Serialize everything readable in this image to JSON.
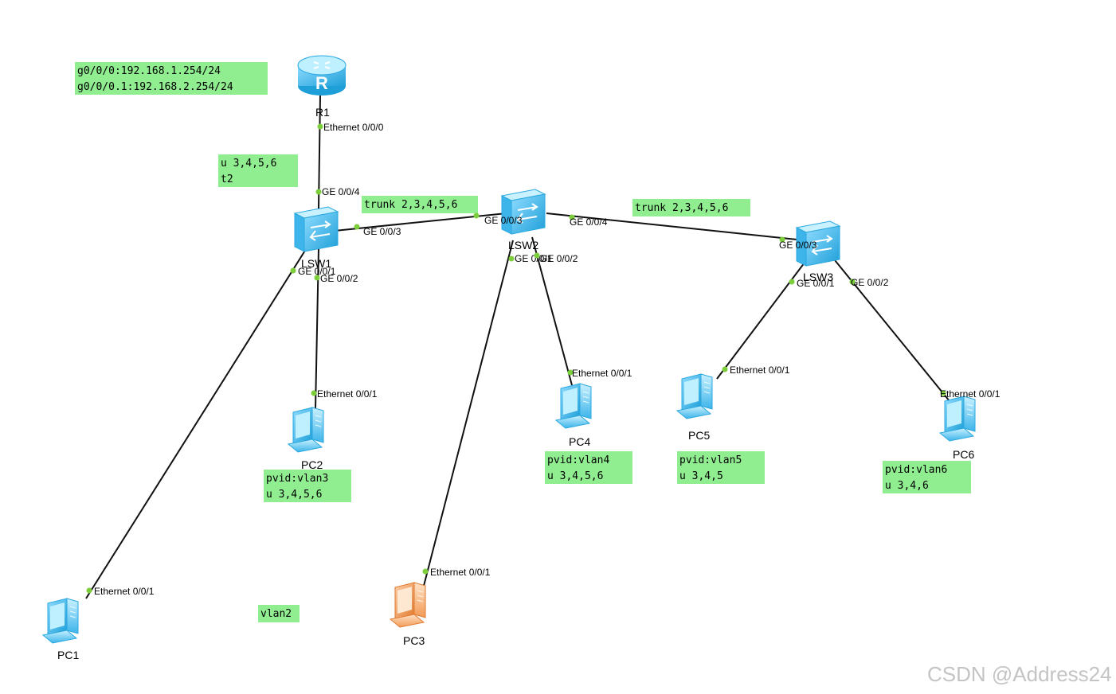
{
  "devices": {
    "r1": {
      "name": "R1",
      "type": "router"
    },
    "lsw1": {
      "name": "LSW1",
      "type": "switch"
    },
    "lsw2": {
      "name": "LSW2",
      "type": "switch"
    },
    "lsw3": {
      "name": "LSW3",
      "type": "switch"
    },
    "pc1": {
      "name": "PC1",
      "type": "pc",
      "color": "blue"
    },
    "pc2": {
      "name": "PC2",
      "type": "pc",
      "color": "blue"
    },
    "pc3": {
      "name": "PC3",
      "type": "pc",
      "color": "orange"
    },
    "pc4": {
      "name": "PC4",
      "type": "pc",
      "color": "blue"
    },
    "pc5": {
      "name": "PC5",
      "type": "pc",
      "color": "blue"
    },
    "pc6": {
      "name": "PC6",
      "type": "pc",
      "color": "blue"
    }
  },
  "ports": {
    "r1_e000": "Ethernet 0/0/0",
    "lsw1_g004": "GE 0/0/4",
    "lsw1_g003": "GE 0/0/3",
    "lsw1_g001": "GE 0/0/1",
    "lsw1_g002": "GE 0/0/2",
    "lsw2_g003": "GE 0/0/3",
    "lsw2_g004": "GE 0/0/4",
    "lsw2_g001": "GE 0/0/1",
    "lsw2_g002": "GE 0/0/2",
    "lsw3_g003": "GE 0/0/3",
    "lsw3_g001": "GE 0/0/1",
    "lsw3_g002": "GE 0/0/2",
    "pc1_e001": "Ethernet 0/0/1",
    "pc2_e001": "Ethernet 0/0/1",
    "pc3_e001": "Ethernet 0/0/1",
    "pc4_e001": "Ethernet 0/0/1",
    "pc5_e001": "Ethernet 0/0/1",
    "pc6_e001": "Ethernet 0/0/1"
  },
  "notes": {
    "r1_config": [
      "g0/0/0:192.168.1.254/24",
      "g0/0/0.1:192.168.2.254/24"
    ],
    "lsw1_uplink": [
      "u 3,4,5,6",
      "t2"
    ],
    "trunk_lsw1_lsw2": [
      "trunk 2,3,4,5,6"
    ],
    "trunk_lsw2_lsw3": [
      "trunk 2,3,4,5,6"
    ],
    "pc2_cfg": [
      "pvid:vlan3",
      "u 3,4,5,6"
    ],
    "pc4_cfg": [
      "pvid:vlan4",
      "u 3,4,5,6"
    ],
    "pc5_cfg": [
      "pvid:vlan5",
      "u 3,4,5"
    ],
    "pc6_cfg": [
      "pvid:vlan6",
      "u 3,4,6"
    ],
    "pc3_vlan": [
      "vlan2"
    ]
  },
  "watermark": "CSDN @Address24",
  "colors": {
    "note_bg": "#90ee90",
    "link": "#111111",
    "port_dot": "#7ccf3a",
    "device_blue": "#4fc3f7",
    "device_orange": "#f4a460",
    "watermark": "#c4c4c4"
  }
}
